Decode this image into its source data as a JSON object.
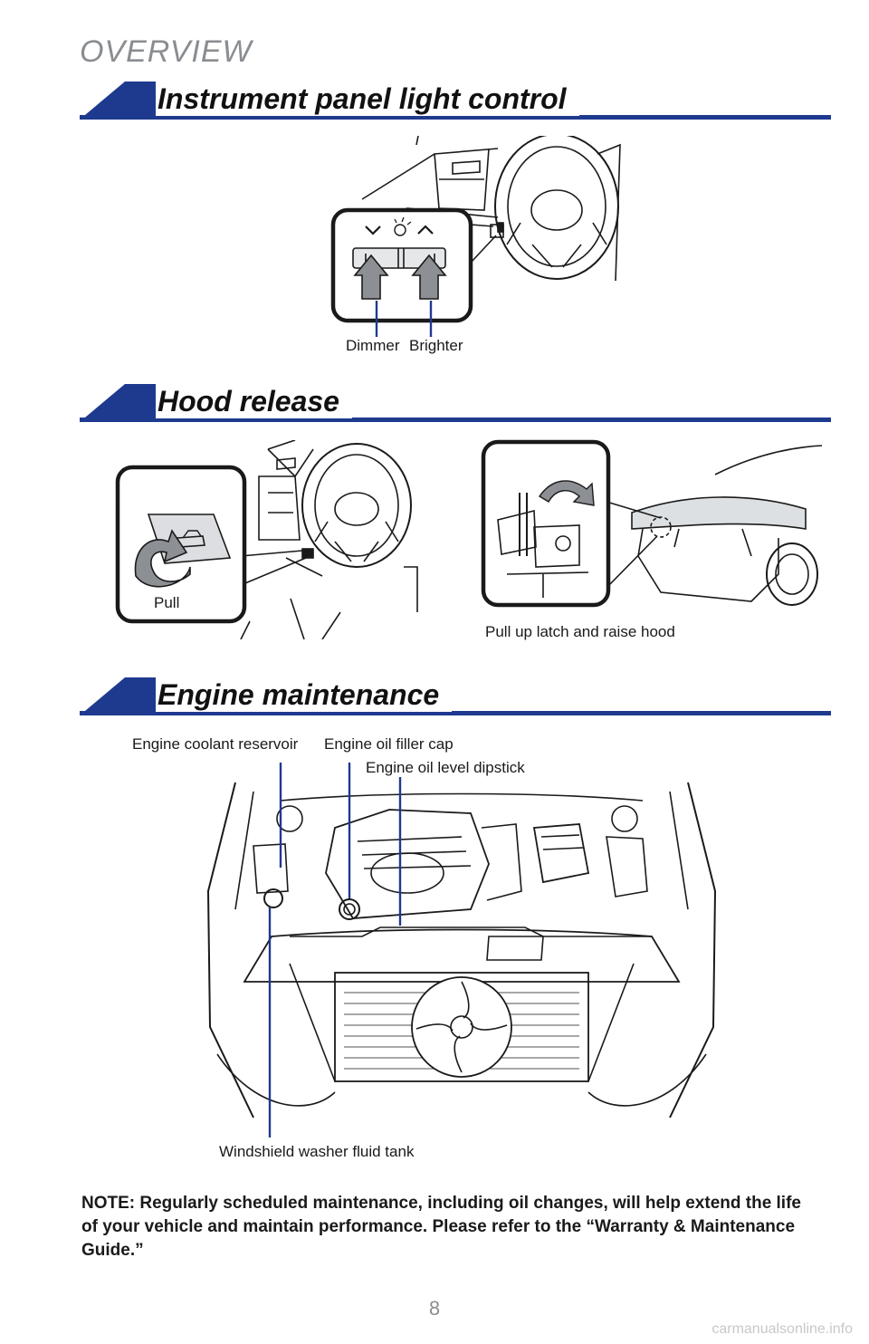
{
  "header": {
    "overview": "OVERVIEW"
  },
  "sections": {
    "instrument": {
      "title": "Instrument panel light control",
      "labels": {
        "dimmer": "Dimmer",
        "brighter": "Brighter"
      }
    },
    "hood": {
      "title": "Hood release",
      "labels": {
        "pull": "Pull",
        "latch": "Pull up latch and raise hood"
      }
    },
    "engine": {
      "title": "Engine maintenance",
      "labels": {
        "coolant": "Engine coolant reservoir",
        "oil_cap": "Engine oil filler cap",
        "dipstick": "Engine oil level dipstick",
        "washer": "Windshield washer fluid tank"
      }
    }
  },
  "note": "NOTE: Regularly scheduled maintenance, including oil changes, will help extend the life of your vehicle and maintain performance. Please refer to the “Warranty & Maintenance Guide.”",
  "page_number": "8",
  "watermark": "carmanualsonline.info",
  "colors": {
    "accent": "#1e3a8f",
    "arrow_gray": "#8c8f94",
    "hood_gray": "#dde0e3"
  }
}
